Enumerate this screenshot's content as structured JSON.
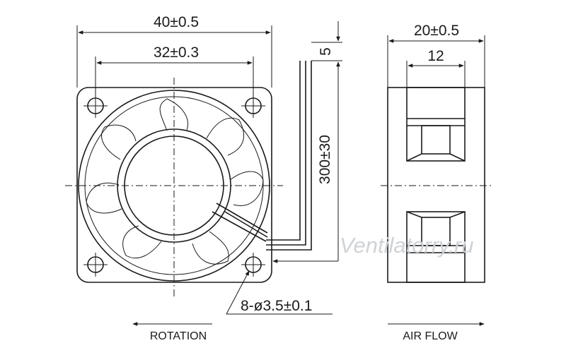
{
  "front_view": {
    "overall_width": "40±0.5",
    "hole_spacing": "32±0.3",
    "wire_offset": "5",
    "lead_length": "300±30",
    "holes": "8-ø3.5±0.1",
    "rotation_label": "ROTATION"
  },
  "side_view": {
    "depth": "20±0.5",
    "inner_depth": "12",
    "airflow_label": "AIR FLOW"
  },
  "watermark": "Ventilatorry.ru"
}
